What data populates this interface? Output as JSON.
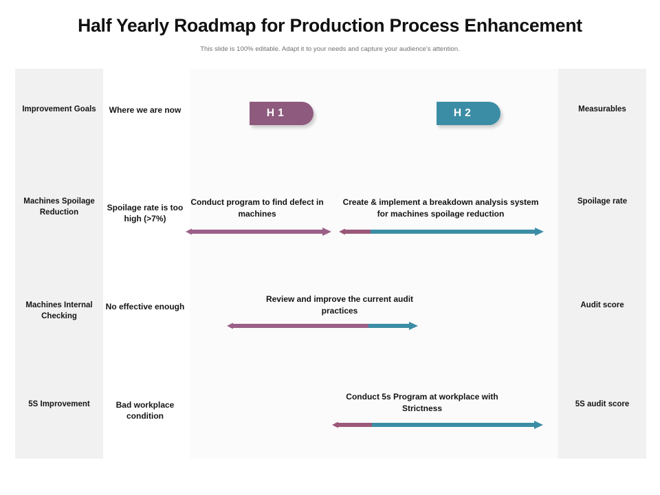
{
  "header": {
    "title": "Half Yearly Roadmap for Production Process Enhancement",
    "subtitle": "This slide is 100% editable. Adapt it to your needs and capture your audience's attention."
  },
  "colors": {
    "purple": "#8E5A7E",
    "teal": "#3B8DA5",
    "panel_gray": "#F1F1F1",
    "text": "#141414",
    "subtitle": "#6F6F6F"
  },
  "columns": {
    "goals_header": "Improvement Goals",
    "now_header": "Where we are now",
    "measurables_header": "Measurables"
  },
  "phases": [
    {
      "label": "H 1",
      "color": "#8E5A7E"
    },
    {
      "label": "H 2",
      "color": "#3B8DA5"
    }
  ],
  "rows": [
    {
      "goal": "Machines Spoilage Reduction",
      "current_state": "Spoilage rate is too high (>7%)",
      "measurable": "Spoilage rate",
      "tasks": [
        {
          "text": "Conduct program to find defect in machines",
          "phase": "H 1"
        },
        {
          "text": "Create & implement a breakdown analysis system for machines spoilage reduction",
          "phase": "H 2"
        }
      ]
    },
    {
      "goal": "Machines Internal Checking",
      "current_state": "No effective enough",
      "measurable": "Audit score",
      "tasks": [
        {
          "text": "Review and improve the current audit practices",
          "phase": "H 1 / H 2"
        }
      ]
    },
    {
      "goal": "5S Improvement",
      "current_state": "Bad workplace condition",
      "measurable": "5S audit score",
      "tasks": [
        {
          "text": "Conduct 5s Program at workplace with Strictness",
          "phase": "H 2"
        }
      ]
    }
  ]
}
